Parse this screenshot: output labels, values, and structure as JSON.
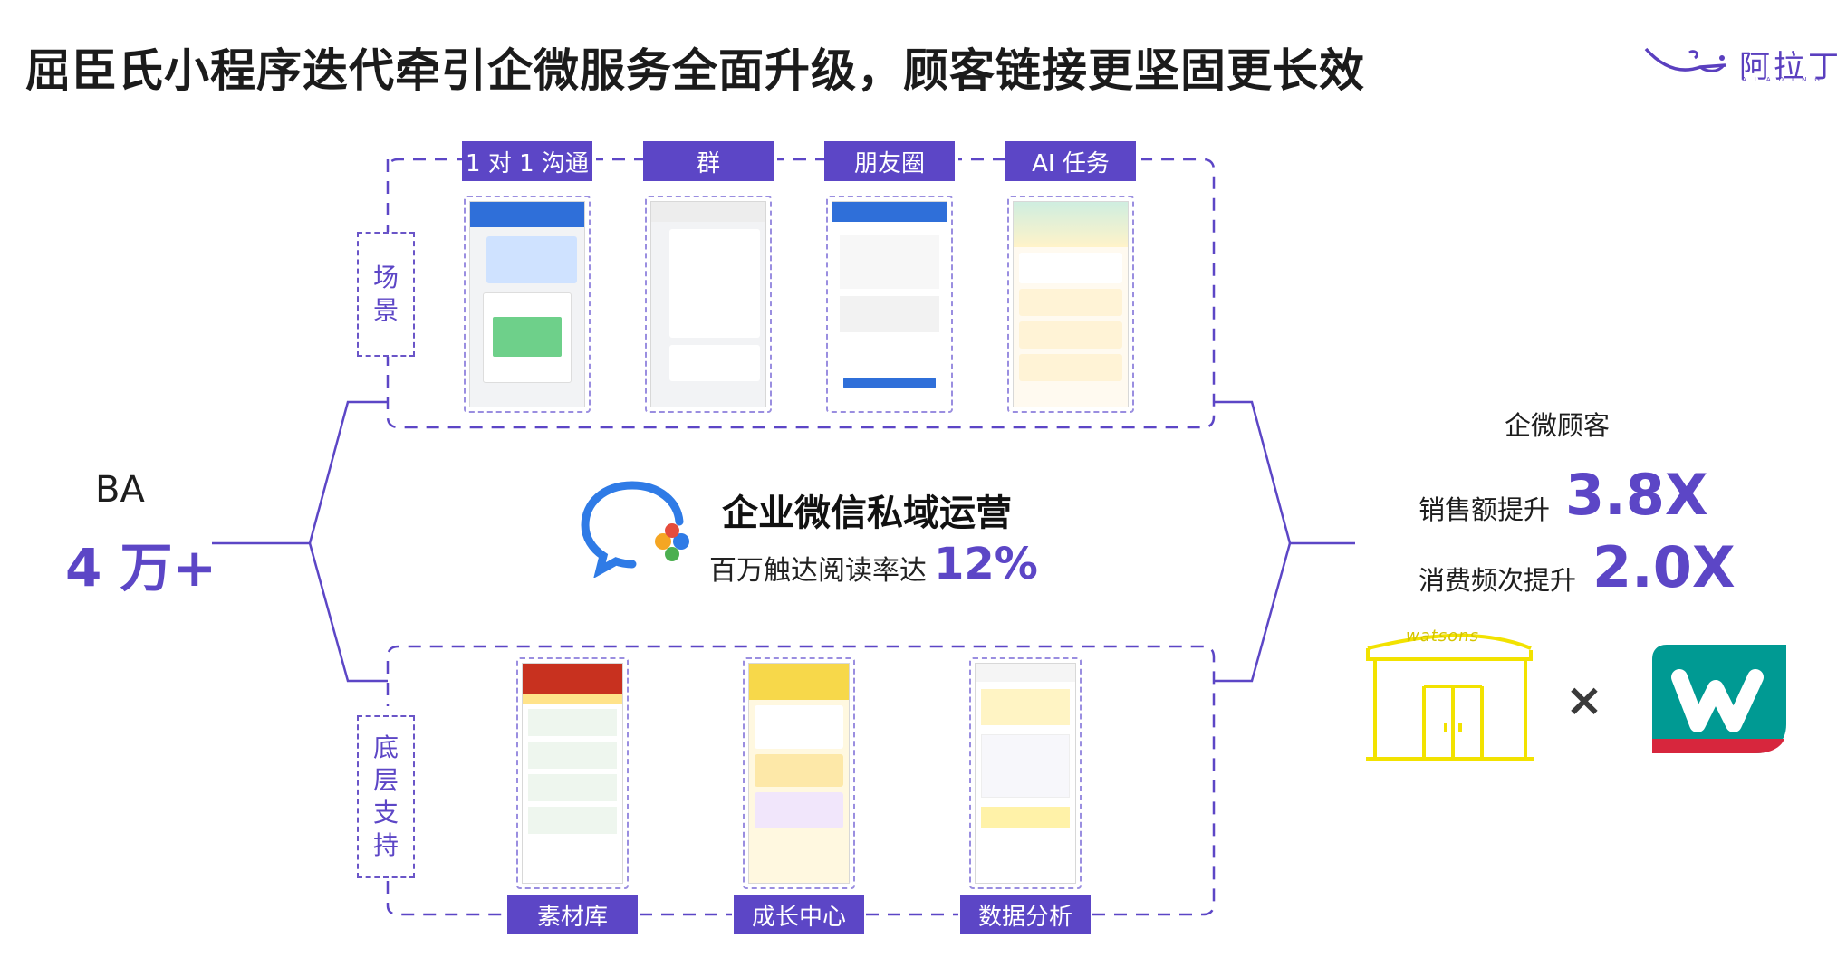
{
  "title": "屈臣氏小程序迭代牵引企微服务全面升级，顾客链接更坚固更长效",
  "brand": {
    "name": "阿拉丁",
    "sub": "ALADING"
  },
  "ba": {
    "label": "BA",
    "value": "4 万+"
  },
  "scene": {
    "label_lines": [
      "场",
      "景"
    ],
    "tabs": [
      "1 对 1 沟通",
      "群",
      "朋友圈",
      "AI 任务"
    ]
  },
  "support": {
    "label_lines": [
      "底",
      "层",
      "支",
      "持"
    ],
    "tabs": [
      "素材库",
      "成长中心",
      "数据分析"
    ]
  },
  "center": {
    "title": "企业微信私域运营",
    "subtitle": "百万触达阅读率达",
    "subtitle_value": "12%"
  },
  "right": {
    "title": "企微顾客",
    "metrics": [
      {
        "label": "销售额提升",
        "value": "3.8X"
      },
      {
        "label": "消费频次提升",
        "value": "2.0X"
      }
    ],
    "store_sign": "watsons",
    "times": "×"
  },
  "colors": {
    "accent": "#5c46c6",
    "watsons_teal": "#009a93",
    "store_yellow": "#f2e200",
    "wechat_blue": "#2f7be6"
  },
  "icons": [
    "wecom-icon",
    "store-icon",
    "watsons-logo-icon"
  ]
}
